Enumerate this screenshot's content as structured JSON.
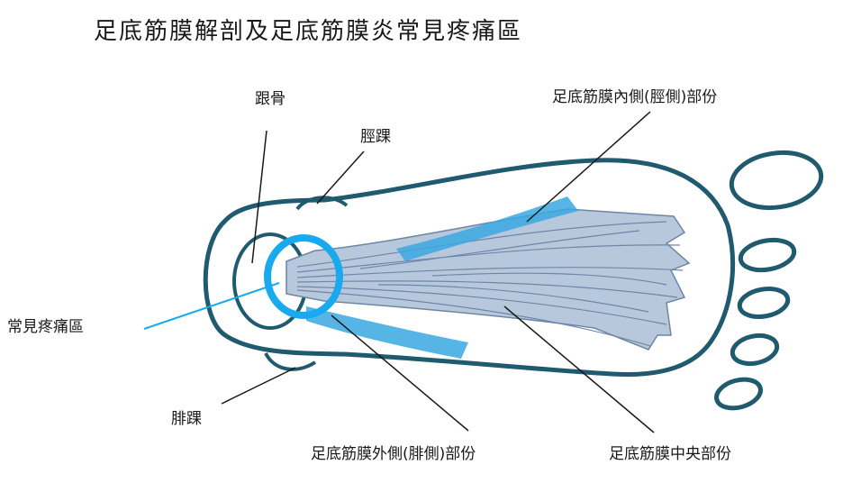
{
  "title": "足底筋膜解剖及足底筋膜炎常見疼痛區",
  "labels": {
    "calcaneus": "跟骨",
    "medial_malleolus": "脛踝",
    "medial_band": "足底筋膜內側(脛側)部份",
    "pain_area": "常見疼痛區",
    "lateral_malleolus": "腓踝",
    "lateral_band": "足底筋膜外側(腓側)部份",
    "central_band": "足底筋膜中央部份"
  },
  "colors": {
    "outline": "#1f5a6e",
    "fascia_fill": "#b8c8dc",
    "fascia_stroke": "#6e86a6",
    "side_bands": "#3aa8e0",
    "pain_ring": "#19a9ee",
    "leader_line": "#1a1a1a",
    "pain_leader": "#19a9ee"
  }
}
